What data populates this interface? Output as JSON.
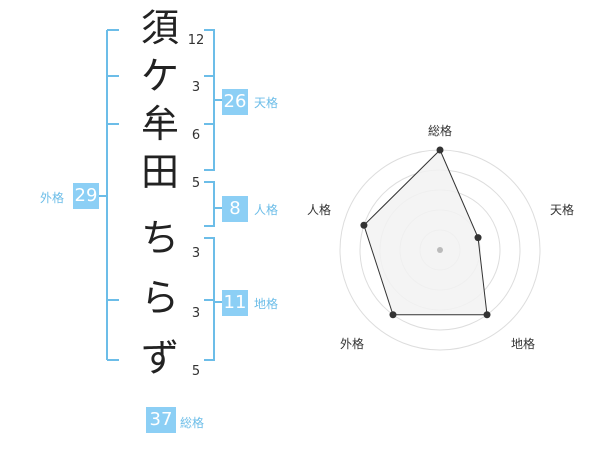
{
  "name_chars": [
    {
      "char": "須",
      "strokes": "12"
    },
    {
      "char": "ケ",
      "strokes": "3"
    },
    {
      "char": "牟",
      "strokes": "6"
    },
    {
      "char": "田",
      "strokes": "5"
    },
    {
      "char": "ち",
      "strokes": "3"
    },
    {
      "char": "ら",
      "strokes": "3"
    },
    {
      "char": "ず",
      "strokes": "5"
    }
  ],
  "fortunes": {
    "tenkaku": {
      "value": "26",
      "label": "天格"
    },
    "jinkaku": {
      "value": "8",
      "label": "人格"
    },
    "chikaku": {
      "value": "11",
      "label": "地格"
    },
    "gaikaku": {
      "value": "29",
      "label": "外格"
    },
    "soukaku": {
      "value": "37",
      "label": "総格"
    }
  },
  "radar": {
    "axes": [
      "総格",
      "天格",
      "地格",
      "外格",
      "人格"
    ],
    "scores": [
      5,
      2,
      4,
      4,
      4
    ],
    "max": 5,
    "colors": {
      "ring": "#dddddd",
      "fill": "#f2f2f2",
      "stroke": "#333333",
      "point": "#333333",
      "center": "#bbbbbb"
    }
  },
  "colors": {
    "bracket": "#6cbde8",
    "badge": "#8ccff5"
  }
}
